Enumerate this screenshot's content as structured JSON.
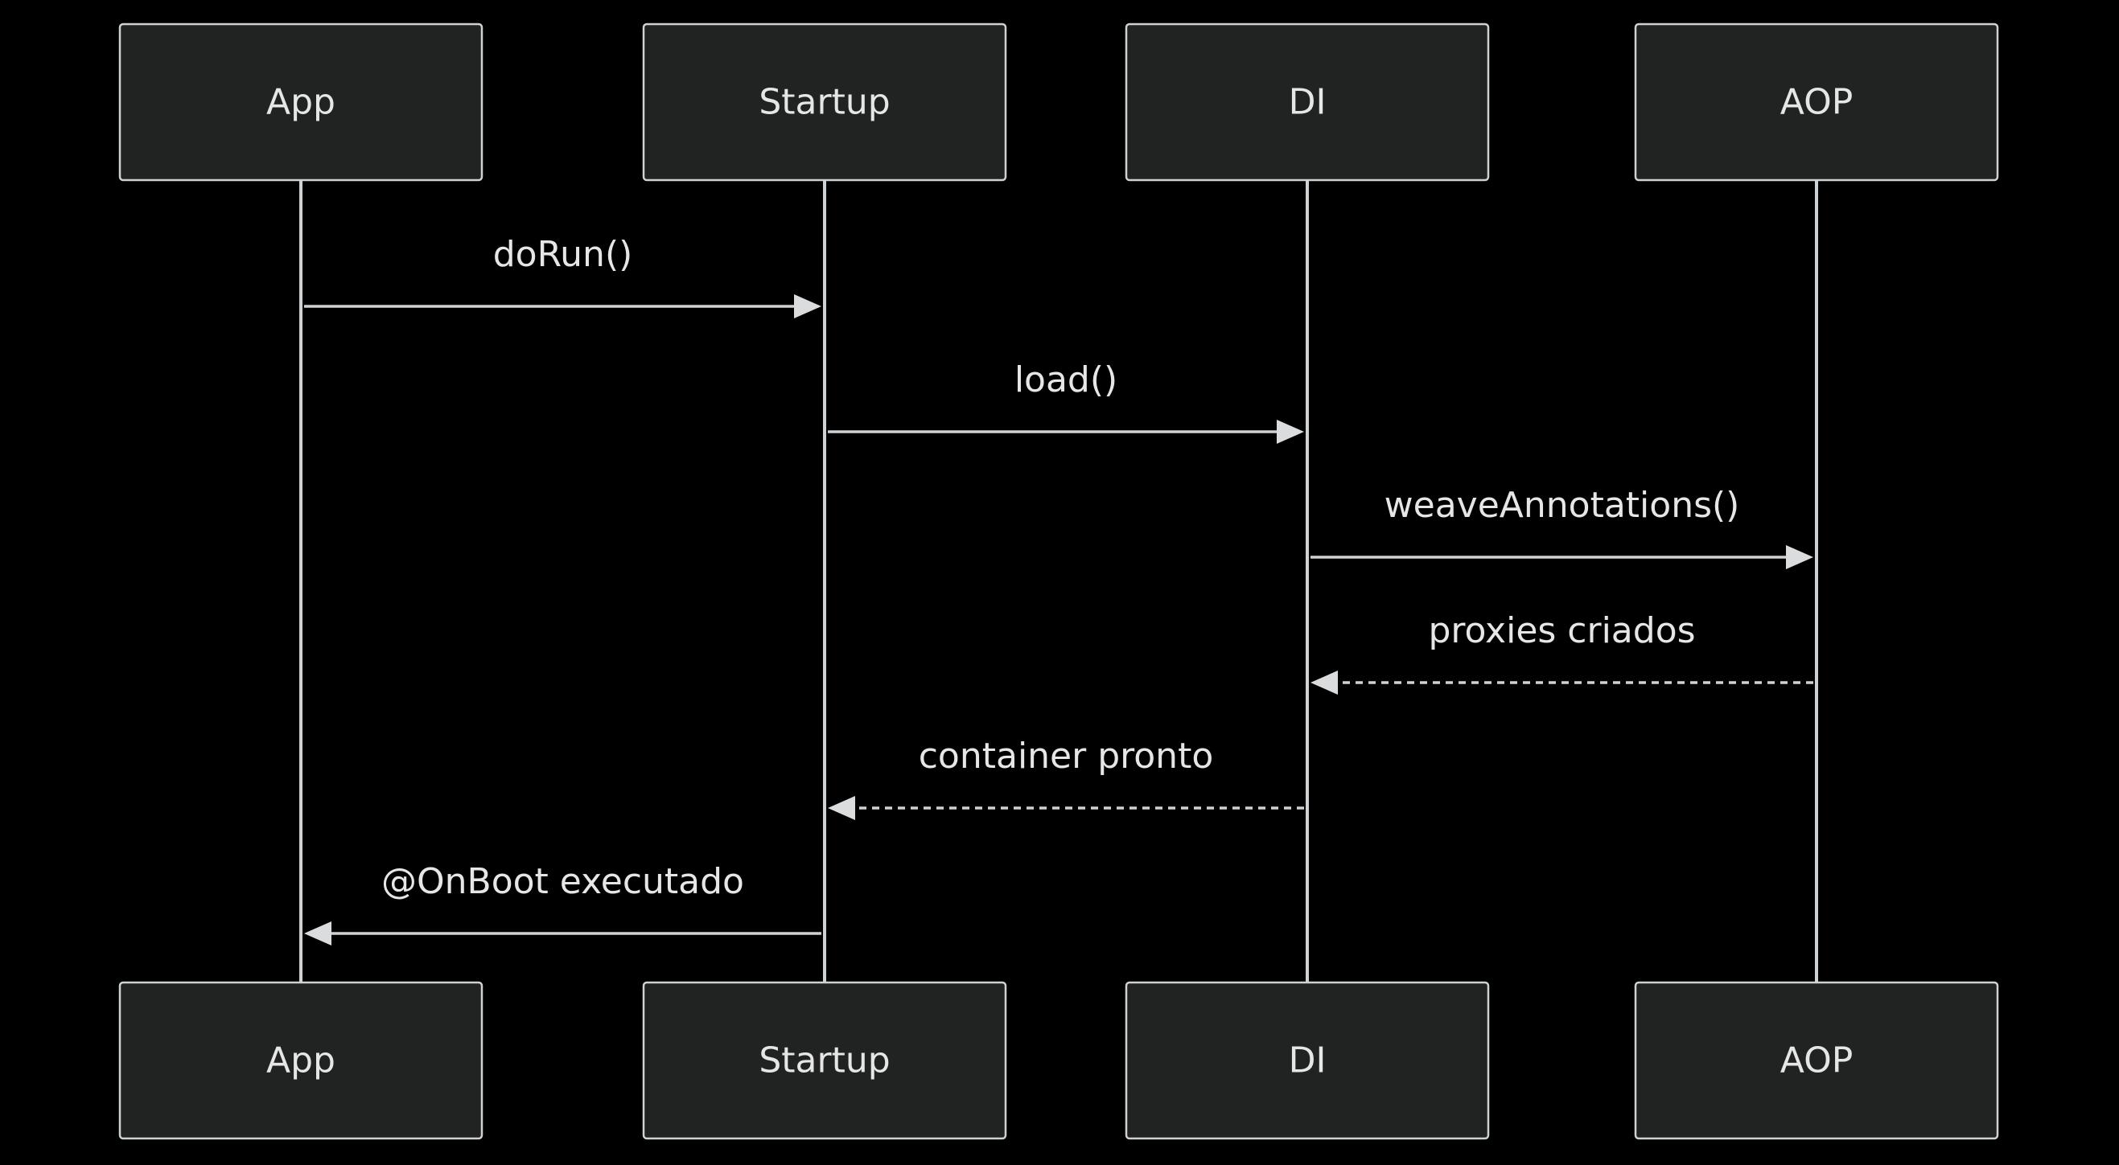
{
  "diagram": {
    "type": "sequence",
    "colors": {
      "background": "#000000",
      "actor_fill": "#212323",
      "stroke": "#cfd2d4",
      "text": "#e6e6e6"
    },
    "participants": [
      {
        "id": "app",
        "label": "App"
      },
      {
        "id": "startup",
        "label": "Startup"
      },
      {
        "id": "di",
        "label": "DI"
      },
      {
        "id": "aop",
        "label": "AOP"
      }
    ],
    "messages": [
      {
        "from": "app",
        "to": "startup",
        "label": "doRun()",
        "style": "solid"
      },
      {
        "from": "startup",
        "to": "di",
        "label": "load()",
        "style": "solid"
      },
      {
        "from": "di",
        "to": "aop",
        "label": "weaveAnnotations()",
        "style": "solid"
      },
      {
        "from": "aop",
        "to": "di",
        "label": "proxies criados",
        "style": "dashed"
      },
      {
        "from": "di",
        "to": "startup",
        "label": "container pronto",
        "style": "dashed"
      },
      {
        "from": "startup",
        "to": "app",
        "label": "@OnBoot executado",
        "style": "solid"
      }
    ]
  }
}
